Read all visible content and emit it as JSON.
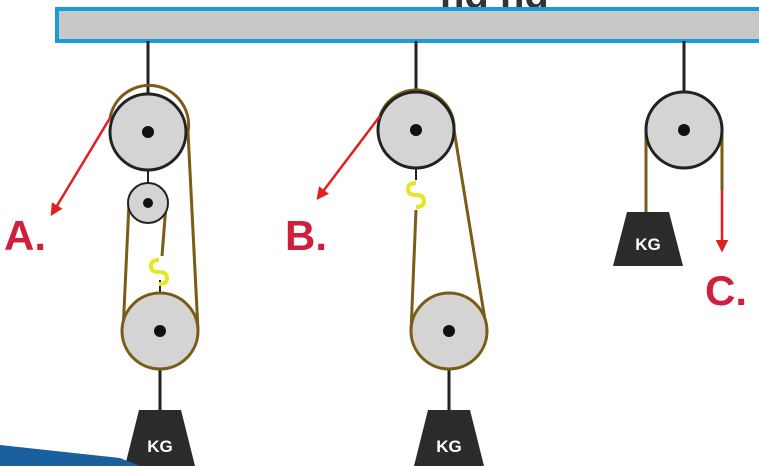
{
  "header": {
    "title_fragment": "ng ng"
  },
  "systems": [
    {
      "label": "A.",
      "weight_label": "KG"
    },
    {
      "label": "B.",
      "weight_label": "KG"
    },
    {
      "label": "C.",
      "weight_label": "KG"
    }
  ],
  "colors": {
    "beam_fill": "#c8c8c8",
    "beam_border": "#1a9cd8",
    "rope": "#7a5c16",
    "pulley_fill": "#d4d4d4",
    "pulley_stroke": "#222222",
    "hook": "#e6e622",
    "arrow": "#e02020",
    "label": "#d01f3c",
    "weight": "#2b2b2b",
    "corner_accent": "#1a5f9e"
  },
  "icons": [
    "pulley-icon",
    "hook-icon",
    "weight-icon",
    "arrow-icon"
  ]
}
